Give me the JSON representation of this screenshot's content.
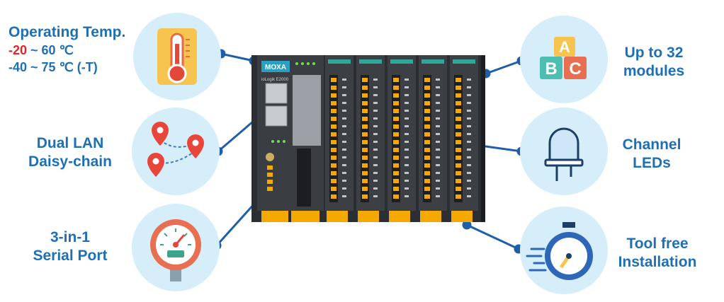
{
  "features": {
    "temp": {
      "title": "Operating Temp.",
      "range1_low": "-20",
      "range1_rest": " ~ 60 ℃",
      "range2": "-40 ~ 75 ℃ (-T)",
      "icon": "thermometer-icon"
    },
    "lan": {
      "line1": "Dual LAN",
      "line2": "Daisy-chain",
      "icon": "map-pins-icon"
    },
    "serial": {
      "line1": "3-in-1",
      "line2": "Serial Port",
      "icon": "gauge-icon"
    },
    "modules": {
      "line1": "Up to 32",
      "line2": "modules",
      "icon": "abc-blocks-icon",
      "blocks": [
        "A",
        "B",
        "C"
      ]
    },
    "leds": {
      "line1": "Channel",
      "line2": "LEDs",
      "icon": "led-bulb-icon"
    },
    "tool": {
      "line1": "Tool free",
      "line2": "Installation",
      "icon": "stopwatch-icon"
    }
  },
  "device": {
    "brand": "MOXA",
    "model": "ioLogik E2000"
  },
  "colors": {
    "accent_blue": "#1f6fb5",
    "circle_bg": "#d6eef9",
    "connector": "#1f5fa8",
    "highlight_red": "#e0242b",
    "terminal_orange": "#f5a800"
  }
}
